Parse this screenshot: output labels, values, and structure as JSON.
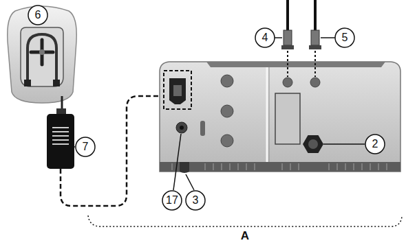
{
  "diagram": {
    "labels": [
      "6",
      "4",
      "5",
      "7",
      "2",
      "17",
      "3",
      "A"
    ]
  }
}
